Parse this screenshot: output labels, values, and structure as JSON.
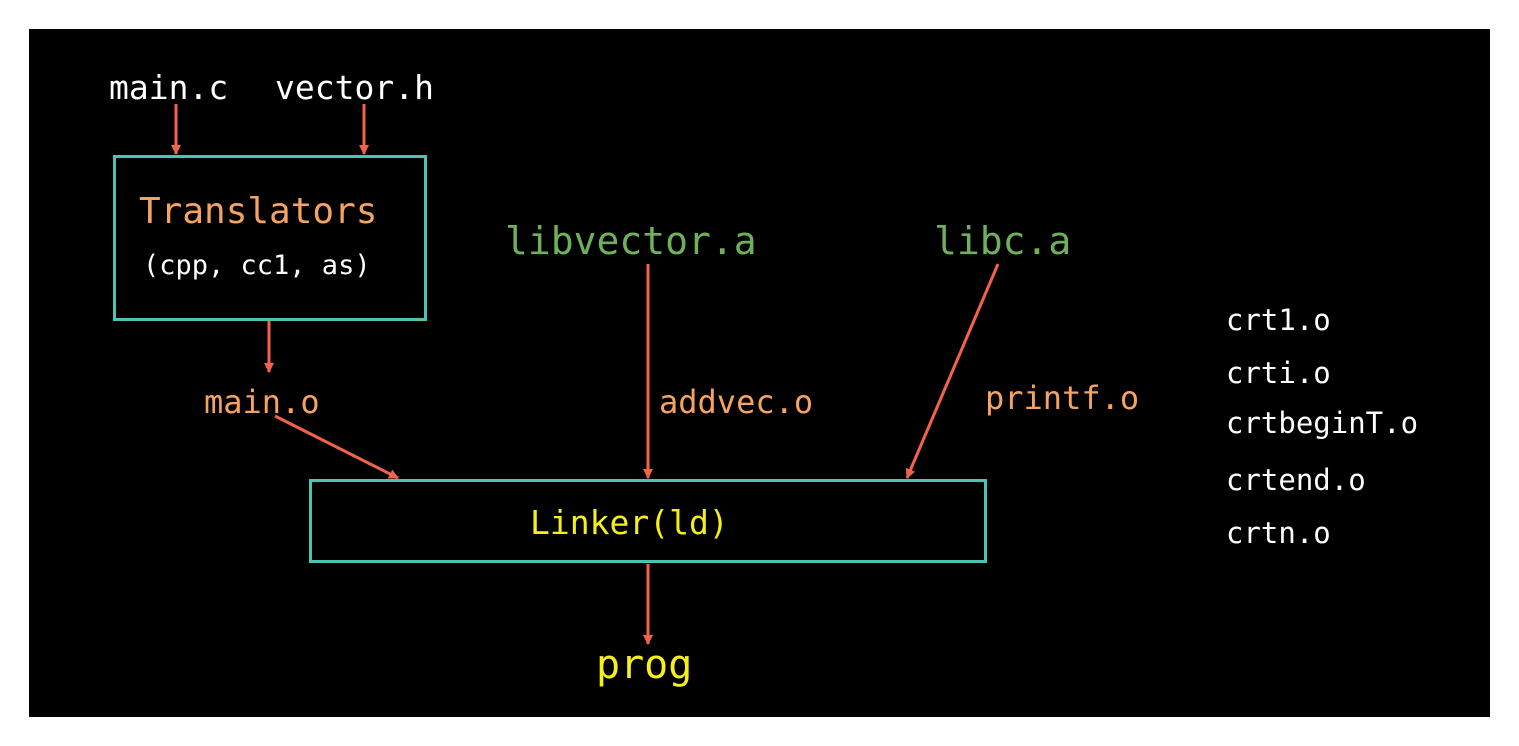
{
  "colors": {
    "background": "#000000",
    "page": "#ffffff",
    "arrow": "#f2634a",
    "box_border": "#4fc3b3",
    "source": "#ffffff",
    "object": "#f5a35f",
    "library": "#6fb15b",
    "linker": "#f5f01a",
    "output": "#f5f01a",
    "startup": "#ffffff"
  },
  "sources": {
    "main_c": "main.c",
    "vector_h": "vector.h"
  },
  "translators": {
    "title": "Translators",
    "subtitle": "(cpp, cc1, as)"
  },
  "objects": {
    "main_o": "main.o",
    "addvec_o": "addvec.o",
    "printf_o": "printf.o"
  },
  "libraries": {
    "libvector": "libvector.a",
    "libc": "libc.a"
  },
  "linker": {
    "label": "Linker(ld)"
  },
  "output": {
    "label": "prog"
  },
  "startup_files": [
    "crt1.o",
    "crti.o",
    "crtbeginT.o",
    "crtend.o",
    "crtn.o"
  ]
}
